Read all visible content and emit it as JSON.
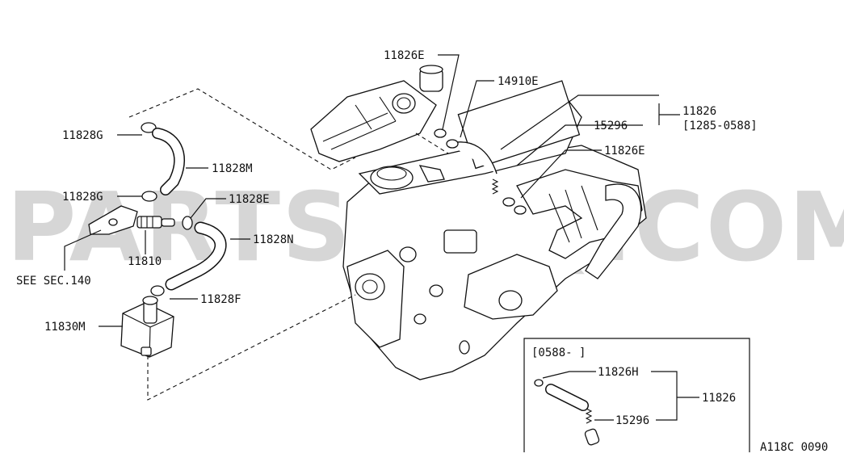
{
  "watermark": "PARTSOUQ.COM",
  "diagram_code": "A118C 0090",
  "see_section": "SEE SEC.140",
  "callouts": {
    "c_11826E_top": "11826E",
    "c_14910E": "14910E",
    "c_11826": "11826",
    "c_range": "[1285-0588]",
    "c_15296": "15296",
    "c_11826E_right": "11826E",
    "c_11828G_top": "11828G",
    "c_11828M": "11828M",
    "c_11828G_bottom": "11828G",
    "c_11828E": "11828E",
    "c_11828N": "11828N",
    "c_11810": "11810",
    "c_11828F": "11828F",
    "c_11830M": "11830M"
  },
  "inset": {
    "range": "[0588-     ]",
    "c_11826H": "11826H",
    "c_11826": "11826",
    "c_15296": "15296"
  }
}
